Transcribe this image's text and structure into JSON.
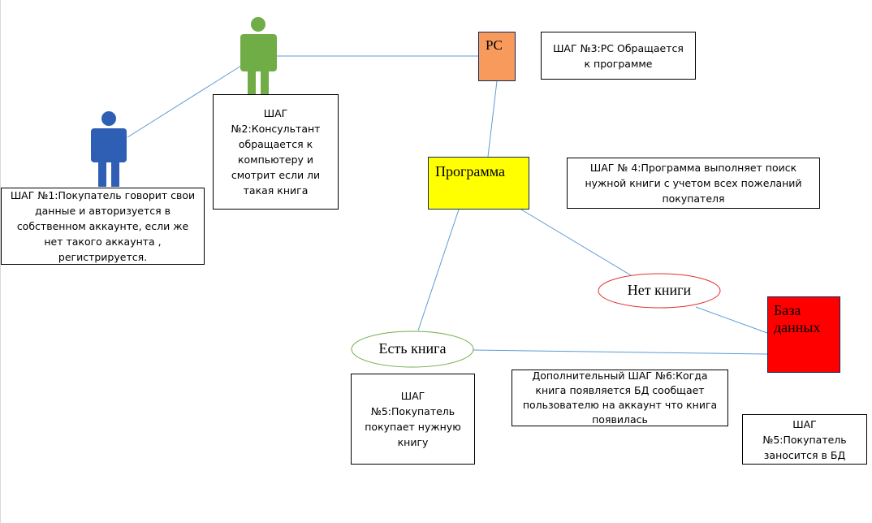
{
  "nodes": {
    "pc": "PC",
    "program": "Программа",
    "database": "База данных",
    "has_book": "Есть книга",
    "no_book": "Нет книги"
  },
  "steps": {
    "step1": "ШАГ №1:Покупатель говорит свои данные и авторизуется в собственном аккаунте, если же нет такого аккаунта , регистрируется.",
    "step2": "ШАГ №2:Консультант обращается к компьютеру и смотрит если ли такая книга",
    "step3": "ШАГ №3:PC Обращается к программе",
    "step4": "ШАГ № 4:Программа выполняет поиск нужной книги с учетом всех пожеланий покупателя",
    "step5_buy": "ШАГ №5:Покупатель покупает нужную книгу",
    "step5_db": "ШАГ №5:Покупатель заносится в БД",
    "step6_extra": "Дополнительный ШАГ №6:Когда книга появляется БД сообщает пользователю на аккаунт что книга появилась"
  },
  "colors": {
    "connector": "#5b9bd5",
    "customer": "#2e5fb5",
    "consultant": "#70ad47",
    "pc_fill": "#f79a5c",
    "program_fill": "#ffff00",
    "database_fill": "#ff0000",
    "has_book_border": "#70ad47",
    "no_book_border": "#e03030"
  },
  "icons": {
    "customer": "person-icon",
    "consultant": "person-icon"
  }
}
